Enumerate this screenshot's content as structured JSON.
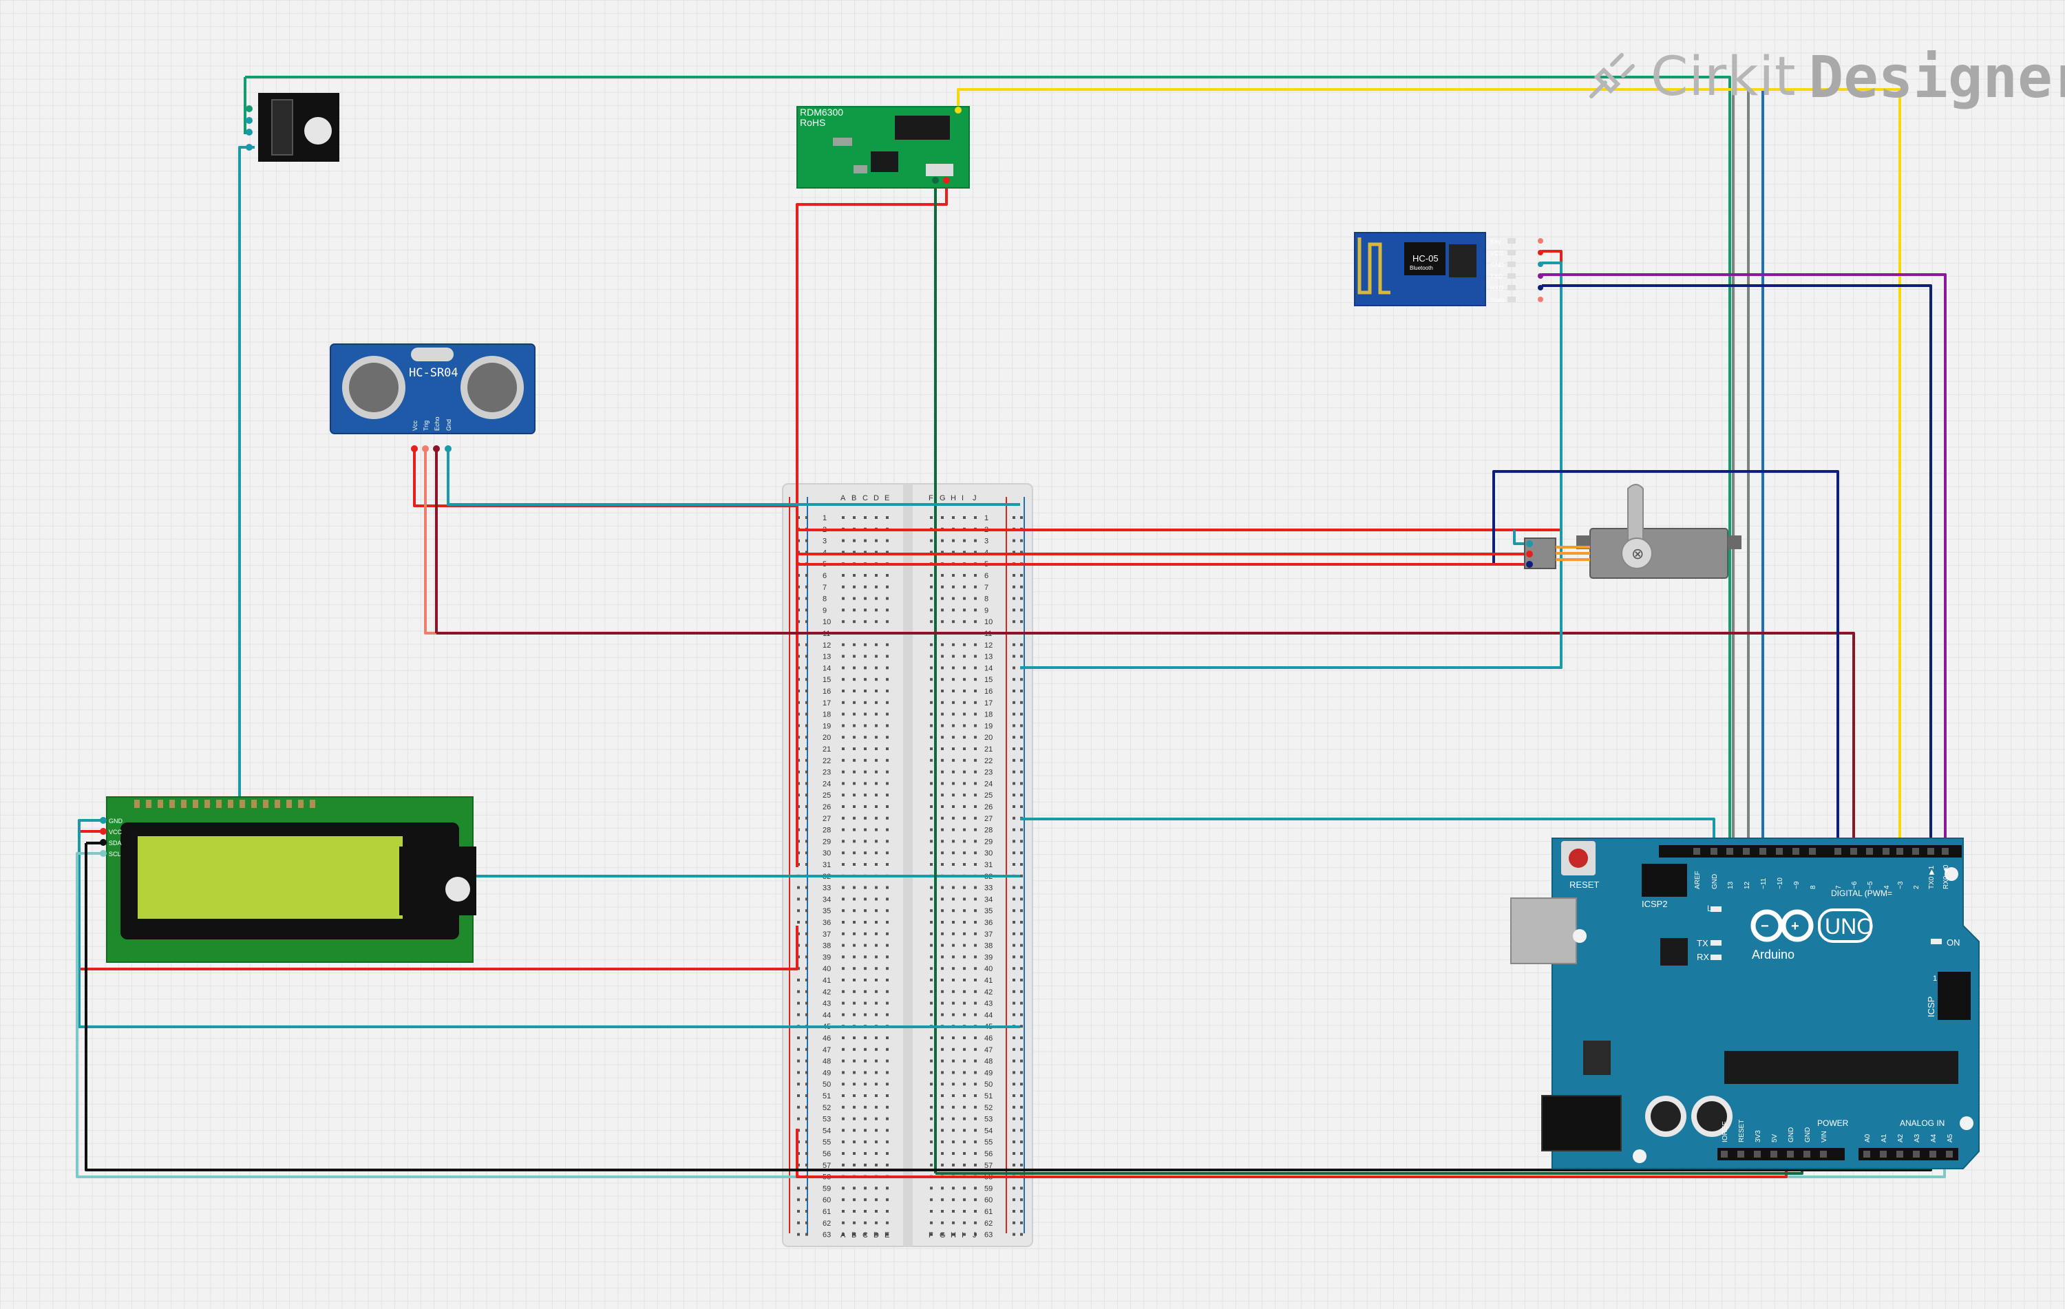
{
  "brand": {
    "name_light": "Cirkit",
    "name_bold": "Designer",
    "icon": "cirkit-plug-icon"
  },
  "components": {
    "rfid": {
      "line1": "RDM6300",
      "line2": "RoHS"
    },
    "ultrasonic": {
      "model": "HC-SR04",
      "pins": [
        "Vcc",
        "Trig",
        "Echo",
        "Gnd"
      ]
    },
    "bluetooth": {
      "model": "HC-05",
      "sub": "Bluetooth",
      "pins": [
        "Key",
        "VCC",
        "GND",
        "TXD",
        "RXD",
        "State"
      ]
    },
    "lcd": {
      "pins": [
        "GND",
        "VCC",
        "SDA",
        "SCL"
      ]
    },
    "arduino": {
      "logo_text": "Arduino",
      "model": "UNO",
      "reset": "RESET",
      "icsp2": "ICSP2",
      "icsp": "ICSP",
      "icsp_pin1": "1",
      "led_l": "L",
      "led_tx": "TX",
      "led_rx": "RX",
      "on": "ON",
      "digital_label": "DIGITAL (PWM=",
      "digital_pins": [
        "AREF",
        "GND",
        "13",
        "12",
        "~11",
        "~10",
        "~9",
        "8",
        "7",
        "~6",
        "~5",
        "4",
        "~3",
        "2",
        "TX0 ▶1",
        "RX0 ◀0"
      ],
      "power_label": "POWER",
      "power_pins": [
        "IOREF",
        "RESET",
        "3V3",
        "5V",
        "GND",
        "GND",
        "VIN"
      ],
      "analog_label": "ANALOG IN",
      "analog_pins": [
        "A0",
        "A1",
        "A2",
        "A3",
        "A4",
        "A5"
      ]
    },
    "breadboard": {
      "cols_left": [
        "A",
        "B",
        "C",
        "D",
        "E"
      ],
      "cols_right": [
        "F",
        "G",
        "H",
        "I",
        "J"
      ],
      "rows": 63
    }
  },
  "colors": {
    "red": "#e8201c",
    "teal": "#1a9aa8",
    "green": "#119d71",
    "darkgreen": "#0c6a3c",
    "yellow": "#f5d90a",
    "purple": "#8a1a9a",
    "navy": "#0e1f7a",
    "salmon": "#f07e6e",
    "maroon": "#8b1428",
    "gray": "#7d8380",
    "blue": "#1f6fb4",
    "lightteal": "#7ec8c8"
  }
}
